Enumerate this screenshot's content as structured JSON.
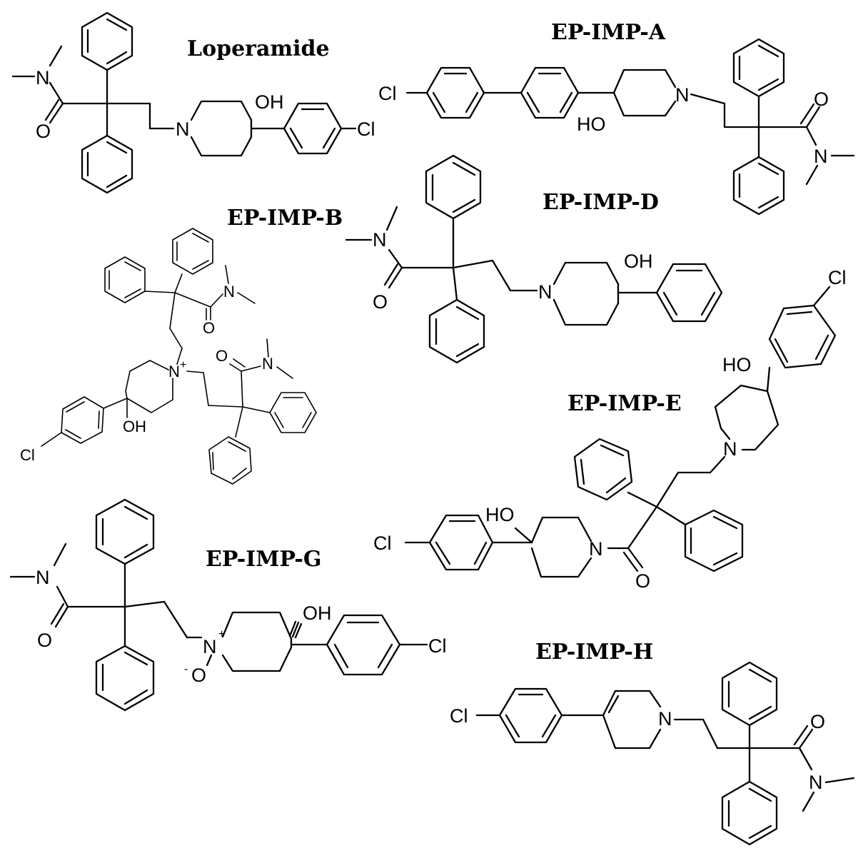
{
  "compounds": [
    {
      "name": "Loperamide"
    },
    {
      "name": "EP-IMP-A"
    },
    {
      "name": "EP-IMP-B"
    },
    {
      "name": "EP-IMP-D"
    },
    {
      "name": "EP-IMP-E"
    },
    {
      "name": "EP-IMP-G"
    },
    {
      "name": "EP-IMP-H"
    }
  ],
  "atom_labels": {
    "n": "N",
    "o": "O",
    "oh": "OH",
    "ho": "HO",
    "cl": "Cl",
    "n_plus": "N",
    "plus": "+",
    "o_minus": "O",
    "minus": "-"
  }
}
